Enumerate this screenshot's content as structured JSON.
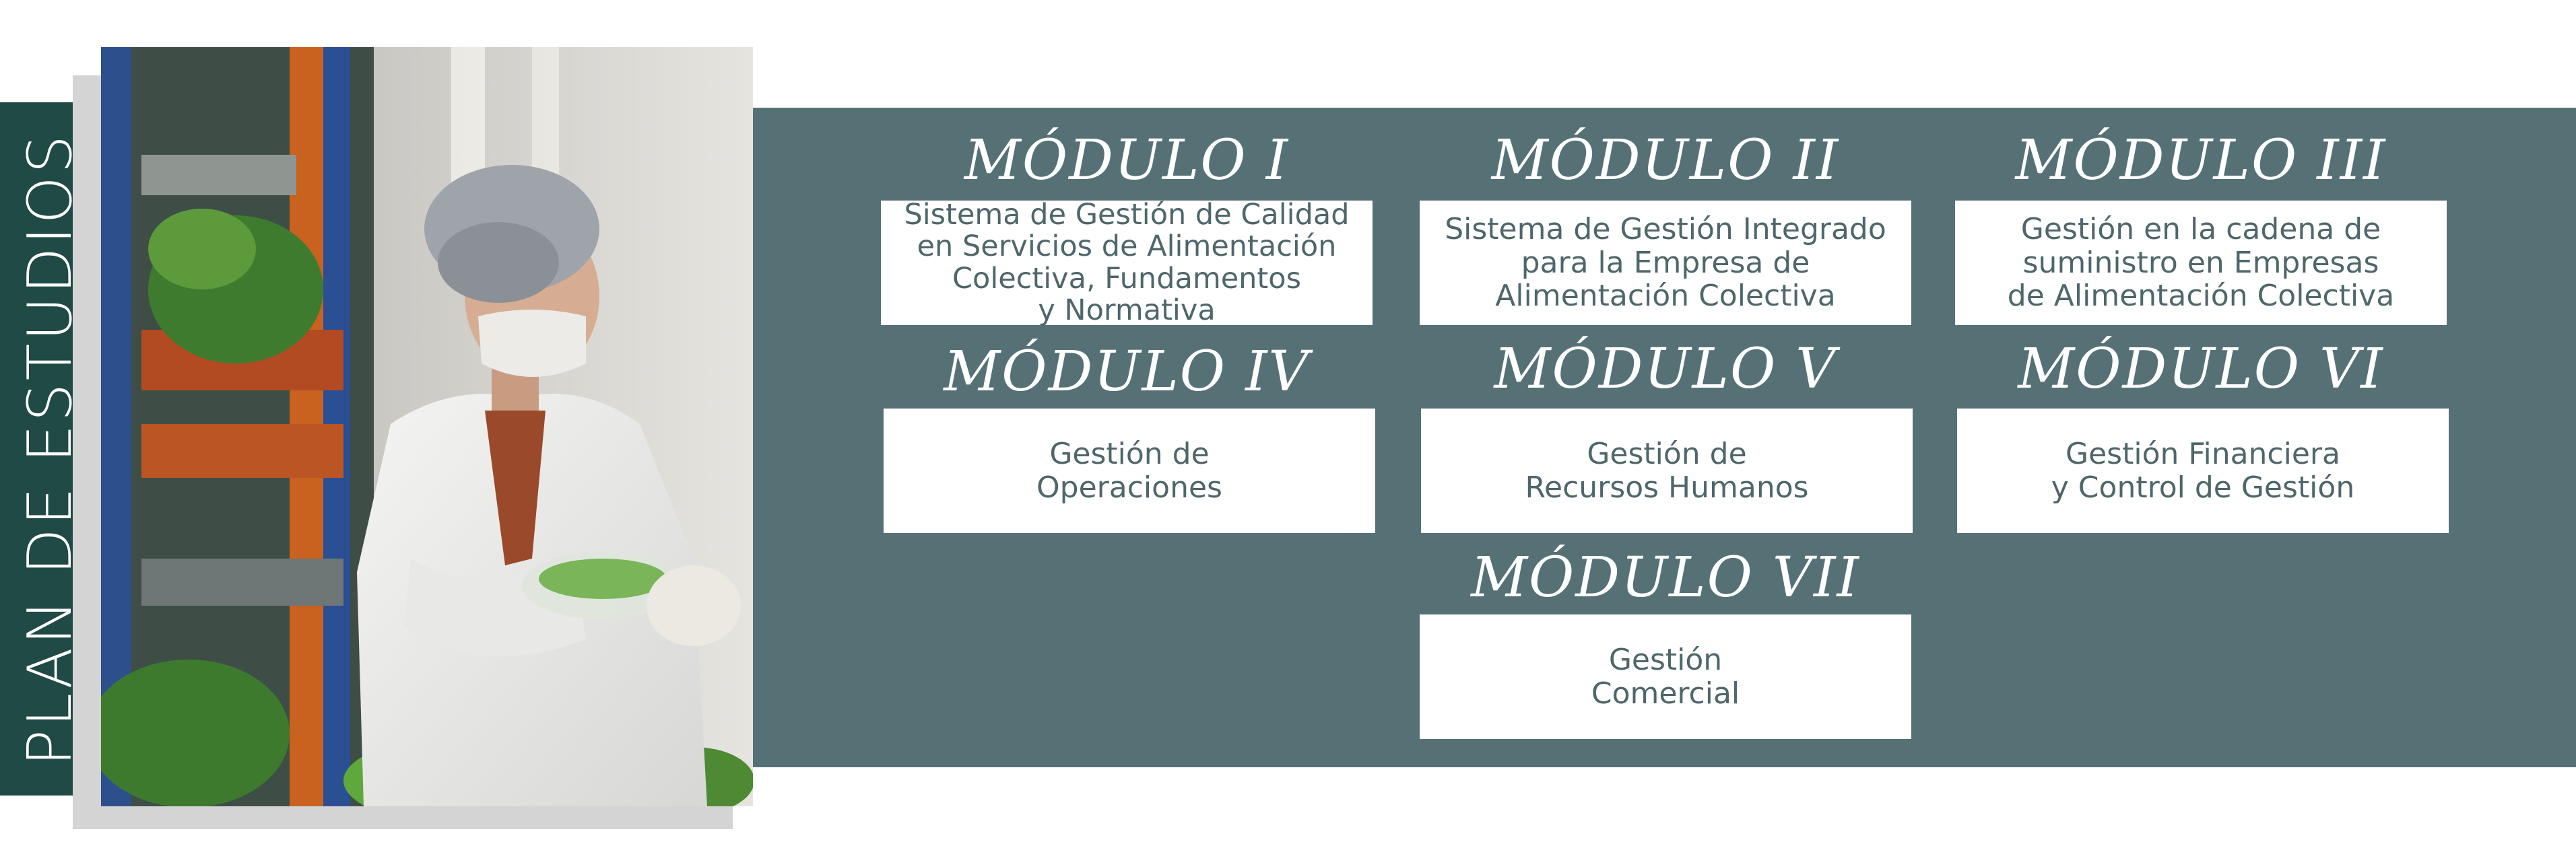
{
  "side_title": "PLAN DE ESTUDIOS",
  "modules": [
    {
      "title": "MÓDULO I",
      "text": "Sistema de Gestión de Calidad\nen Servicios de Alimentación\nColectiva, Fundamentos\ny Normativa"
    },
    {
      "title": "MÓDULO II",
      "text": "Sistema de Gestión Integrado\npara la Empresa de\nAlimentación Colectiva"
    },
    {
      "title": "MÓDULO III",
      "text": "Gestión en la cadena de\nsuministro en Empresas\nde Alimentación Colectiva"
    },
    {
      "title": "MÓDULO IV",
      "text": "Gestión de\nOperaciones"
    },
    {
      "title": "MÓDULO V",
      "text": "Gestión de\nRecursos Humanos"
    },
    {
      "title": "MÓDULO VI",
      "text": "Gestión Financiera\ny Control de Gestión"
    },
    {
      "title": "MÓDULO VII",
      "text": "Gestión\nComercial"
    }
  ],
  "colors": {
    "panel": "#557176",
    "side_band": "#1f4a45",
    "box_text": "#4f666a"
  },
  "photo_icon": "food-lab-worker-photo"
}
